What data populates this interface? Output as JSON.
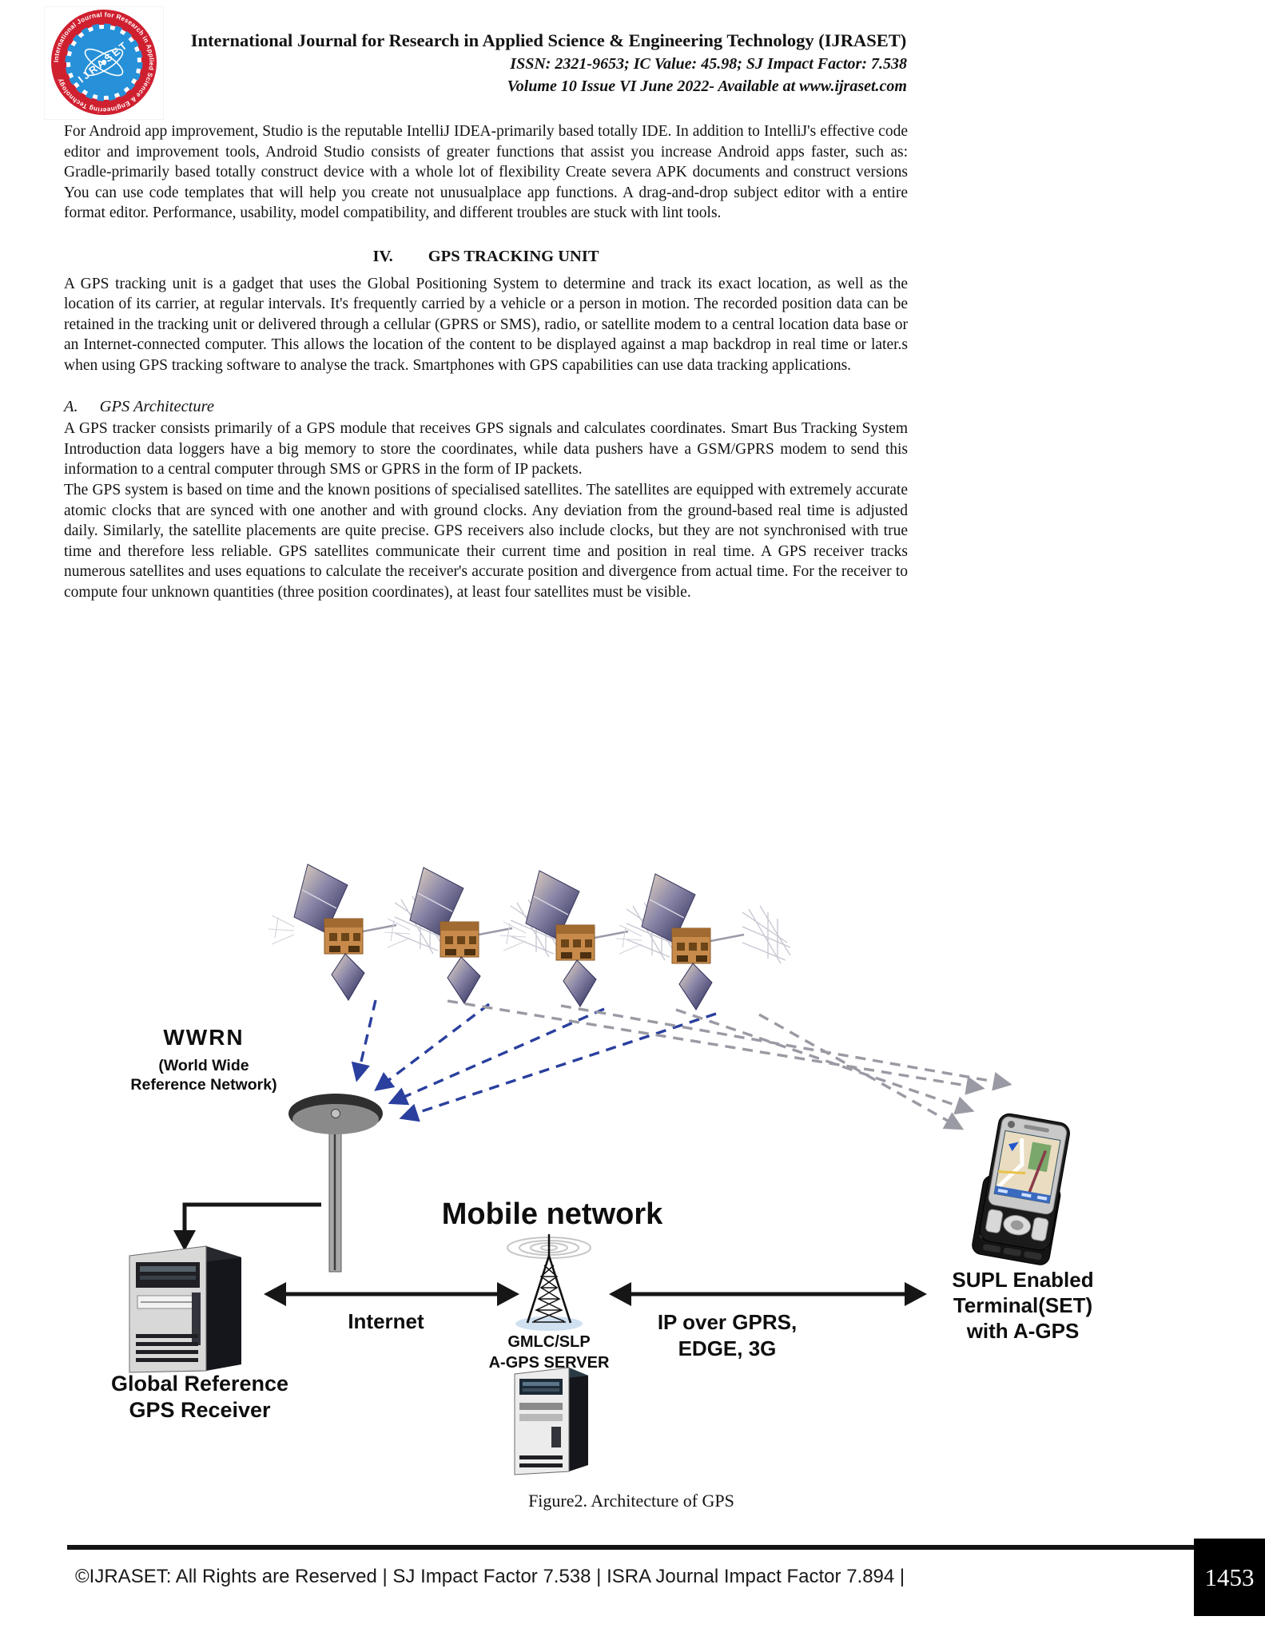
{
  "header": {
    "journal_title": "International Journal for Research in Applied Science & Engineering Technology (IJRASET)",
    "issn_line": "ISSN: 2321-9653; IC Value: 45.98; SJ Impact Factor: 7.538",
    "volume_line": "Volume 10 Issue VI June 2022- Available at www.ijraset.com",
    "logo_text": "IJRASET",
    "logo_ring_text": "International Journal for Research in Applied Science & Engineering Technology"
  },
  "body": {
    "paragraph_android": "For Android app improvement, Studio is the reputable IntelliJ IDEA-primarily based totally IDE. In addition to IntelliJ's effective code editor and improvement tools, Android Studio consists of greater functions that assist you increase Android apps faster, such as: Gradle-primarily based totally construct device with a whole lot of flexibility Create severa APK documents and construct versions You can use code templates that will help you create not unusualplace app functions. A drag-and-drop subject editor with a entire format editor. Performance, usability, model compatibility, and different troubles are stuck with lint tools.",
    "section_number": "IV.",
    "section_title": "GPS TRACKING UNIT",
    "paragraph_gps_unit": "A GPS tracking unit is a gadget that uses the Global Positioning System to determine and track its exact location, as well as the location of its carrier, at regular intervals. It's frequently carried by a vehicle or a person in motion. The recorded position data can be retained in the tracking unit or delivered through a cellular (GPRS or SMS), radio, or satellite modem to a central location data base or an Internet-connected computer. This allows the location of the content to be displayed against a map backdrop in real time or later.s when using GPS tracking software to analyse the track. Smartphones with GPS capabilities can use data tracking applications.",
    "subsection_label": "A.",
    "subsection_title": "GPS Architecture",
    "paragraph_tracker": "A GPS tracker consists primarily of a GPS module that receives GPS signals and calculates coordinates. Smart Bus Tracking System Introduction data loggers have a big memory to store the coordinates, while data pushers have a GSM/GPRS modem to send this information to a central computer through SMS or GPRS in the form of IP packets.",
    "paragraph_gps_system": "The GPS system is based on time and the known positions of specialised satellites. The satellites are equipped with extremely accurate atomic clocks that are synced with one another and with ground clocks. Any deviation from the ground-based real time is adjusted daily. Similarly, the satellite placements are quite precise. GPS receivers also include clocks, but they are not synchronised with true time and therefore less reliable. GPS satellites communicate their current time and position in real time. A GPS receiver tracks numerous satellites and uses equations to calculate the receiver's accurate position and divergence from actual time. For the receiver to compute four unknown quantities (three position coordinates), at least four satellites must be visible."
  },
  "figure": {
    "caption": "Figure2. Architecture of GPS",
    "labels": {
      "wwrn_abbr": "WWRN",
      "wwrn_full_1": "(World Wide",
      "wwrn_full_2": "Reference Network)",
      "mobile_network": "Mobile network",
      "internet": "Internet",
      "gmlc_line1": "GMLC/SLP",
      "gmlc_line2": "A-GPS SERVER",
      "ip_line1": "IP over GPRS,",
      "ip_line2": "EDGE, 3G",
      "set_line1": "SUPL Enabled",
      "set_line2": "Terminal(SET)",
      "set_line3": "with A-GPS",
      "receiver_line1": "Global Reference",
      "receiver_line2": "GPS Receiver"
    }
  },
  "footer": {
    "text": "©IJRASET: All Rights are Reserved | SJ Impact Factor 7.538 | ISRA Journal Impact Factor 7.894 |",
    "page_number": "1453"
  },
  "colors": {
    "signal_blue": "#2a3f9e",
    "signal_gray": "#9a9aa4",
    "logo_red": "#cf2030",
    "logo_blue": "#2690d8",
    "satellite_body": "#c78a4a",
    "panel_navy": "#26265a"
  }
}
